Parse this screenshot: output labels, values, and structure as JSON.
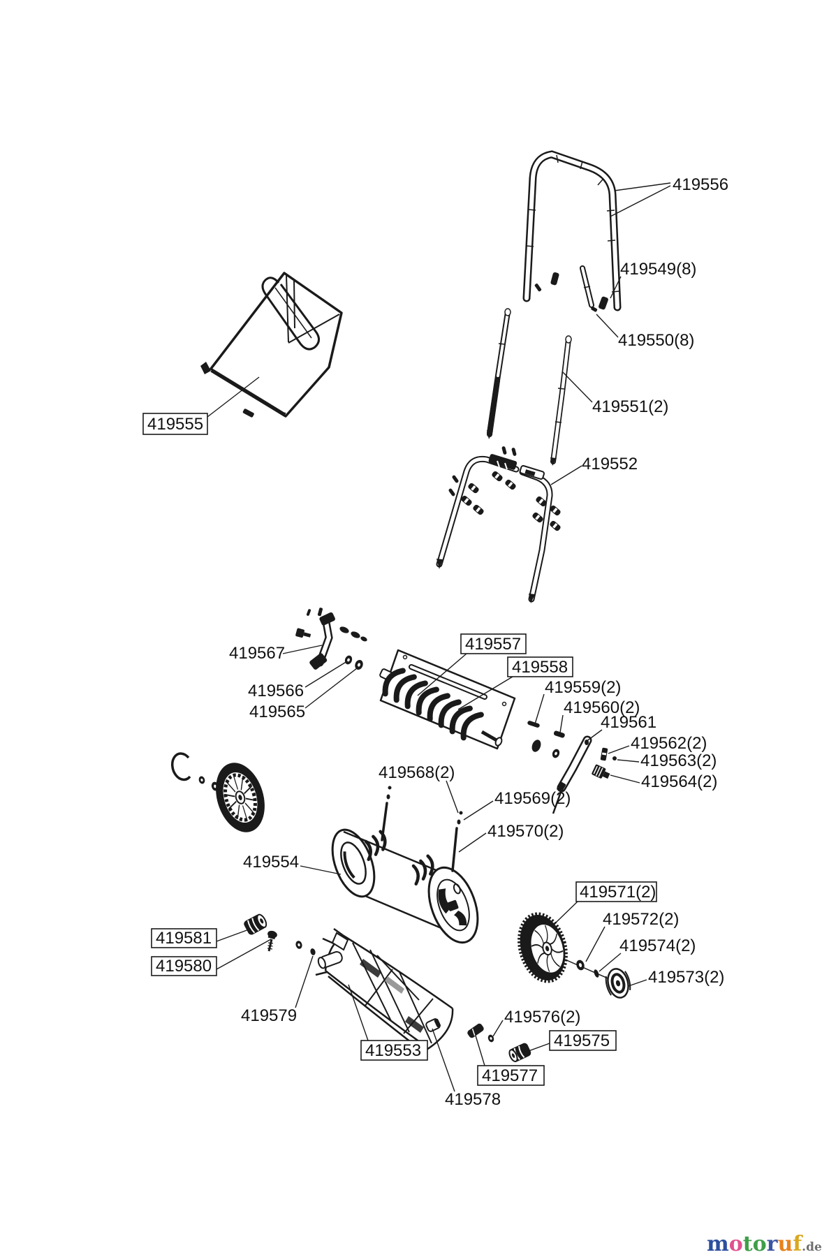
{
  "diagram": {
    "background": "#ffffff",
    "line_color": "#1a1a1a",
    "labels": [
      {
        "text": "419556",
        "boxed": false
      },
      {
        "text": "419549(8)",
        "boxed": false
      },
      {
        "text": "419550(8)",
        "boxed": false
      },
      {
        "text": "419551(2)",
        "boxed": false
      },
      {
        "text": "419552",
        "boxed": false
      },
      {
        "text": "419555",
        "boxed": true
      },
      {
        "text": "419567",
        "boxed": false
      },
      {
        "text": "419566",
        "boxed": false
      },
      {
        "text": "419565",
        "boxed": false
      },
      {
        "text": "419557",
        "boxed": true
      },
      {
        "text": "419558",
        "boxed": true
      },
      {
        "text": "419559(2)",
        "boxed": false
      },
      {
        "text": "419560(2)",
        "boxed": false
      },
      {
        "text": "419561",
        "boxed": false
      },
      {
        "text": "419562(2)",
        "boxed": false
      },
      {
        "text": "419563(2)",
        "boxed": false
      },
      {
        "text": "419564(2)",
        "boxed": false
      },
      {
        "text": "419568(2)",
        "boxed": false
      },
      {
        "text": "419569(2)",
        "boxed": false
      },
      {
        "text": "419570(2)",
        "boxed": false
      },
      {
        "text": "419554",
        "boxed": false
      },
      {
        "text": "419571(2)",
        "boxed": true
      },
      {
        "text": "419572(2)",
        "boxed": false
      },
      {
        "text": "419574(2)",
        "boxed": false
      },
      {
        "text": "419573(2)",
        "boxed": false
      },
      {
        "text": "419581",
        "boxed": true
      },
      {
        "text": "419580",
        "boxed": true
      },
      {
        "text": "419579",
        "boxed": false
      },
      {
        "text": "419553",
        "boxed": true
      },
      {
        "text": "419576(2)",
        "boxed": false
      },
      {
        "text": "419575",
        "boxed": true
      },
      {
        "text": "419577",
        "boxed": true
      },
      {
        "text": "419578",
        "boxed": false
      }
    ]
  },
  "logo": {
    "letters": [
      {
        "ch": "m",
        "color": "#2d4f9e"
      },
      {
        "ch": "o",
        "color": "#e0518f"
      },
      {
        "ch": "t",
        "color": "#3f9e49"
      },
      {
        "ch": "o",
        "color": "#3f9e49"
      },
      {
        "ch": "r",
        "color": "#3b55a5"
      },
      {
        "ch": "u",
        "color": "#e8821d"
      },
      {
        "ch": "f",
        "color": "#d9a81f"
      }
    ],
    "tld": ".de",
    "tld_color": "#6f6f6f"
  }
}
